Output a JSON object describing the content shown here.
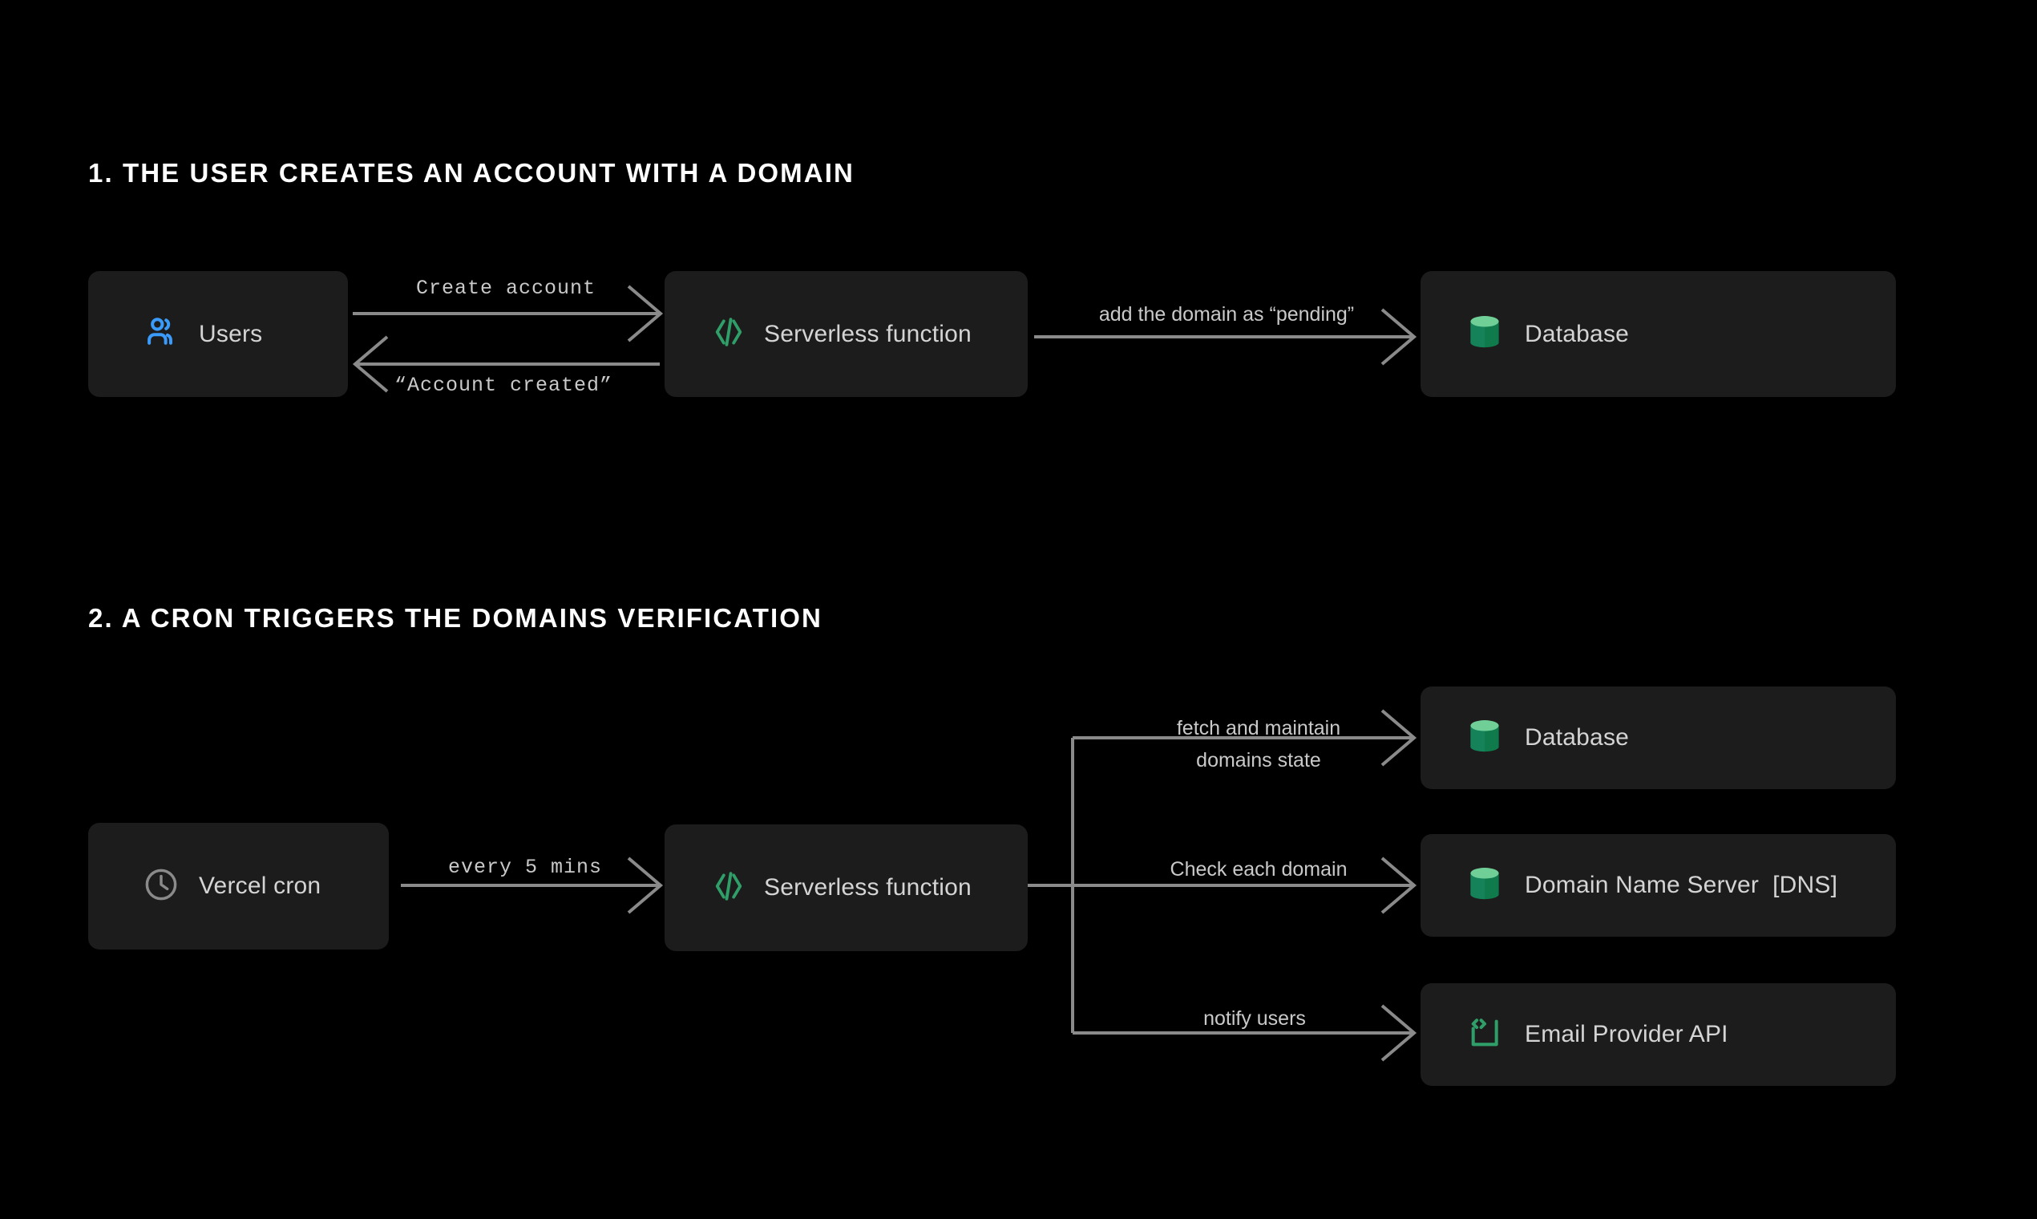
{
  "background": "#000000",
  "node_bg": "#1c1c1c",
  "colors": {
    "accent_green": "#2f9e68",
    "accent_green_light": "#6fcf97",
    "accent_blue": "#3b9bfb",
    "line_grey": "#8a8a8a",
    "label_text": "#c9c9c9",
    "node_text": "#d4d4d4",
    "heading_text": "#ffffff"
  },
  "sections": [
    {
      "id": "section-1",
      "title": "1.  THE USER CREATES AN ACCOUNT WITH A DOMAIN",
      "nodes": [
        {
          "id": "users",
          "label": "Users",
          "icon": "users-icon"
        },
        {
          "id": "serverless-1",
          "label": "Serverless function",
          "icon": "code-brackets-icon"
        },
        {
          "id": "database-1",
          "label": "Database",
          "icon": "database-cylinder-icon"
        }
      ],
      "edges": [
        {
          "id": "create-account",
          "label": "Create account",
          "style": "mono",
          "direction": "right"
        },
        {
          "id": "account-created",
          "label": "“Account created”",
          "style": "mono",
          "direction": "left"
        },
        {
          "id": "add-domain",
          "label": "add the domain as “pending”",
          "style": "sans",
          "direction": "right"
        }
      ]
    },
    {
      "id": "section-2",
      "title": "2.  A CRON TRIGGERS THE DOMAINS VERIFICATION",
      "nodes": [
        {
          "id": "cron",
          "label": "Vercel cron",
          "icon": "clock-icon"
        },
        {
          "id": "serverless-2",
          "label": "Serverless function",
          "icon": "code-brackets-icon"
        },
        {
          "id": "database-2",
          "label": "Database",
          "icon": "database-cylinder-icon"
        },
        {
          "id": "dns",
          "label": "Domain Name Server  [DNS]",
          "icon": "database-cylinder-icon"
        },
        {
          "id": "email",
          "label": "Email Provider API",
          "icon": "code-square-icon"
        }
      ],
      "edges": [
        {
          "id": "every-5-mins",
          "label": "every 5 mins",
          "style": "mono",
          "direction": "right"
        },
        {
          "id": "fetch-line-1",
          "label": "fetch and maintain",
          "style": "sans",
          "direction": "right"
        },
        {
          "id": "fetch-line-2",
          "label": "domains state",
          "style": "sans",
          "direction": "right"
        },
        {
          "id": "check-domain",
          "label": "Check each domain",
          "style": "sans",
          "direction": "right"
        },
        {
          "id": "notify-users",
          "label": "notify users",
          "style": "sans",
          "direction": "right"
        }
      ]
    }
  ]
}
